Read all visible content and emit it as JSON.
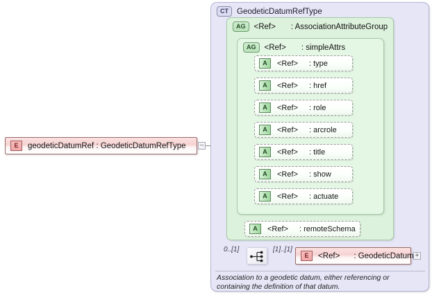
{
  "diagram": {
    "kind": "xsd-schema-diagram",
    "colors": {
      "element_fill": "#f7d2d2",
      "element_border": "#9b6b6b",
      "complextype_fill": "#e6e6f7",
      "complextype_border": "#b6b6d2",
      "attributegroup_fill": "#ddf2dd",
      "attributegroup_border": "#a8c9a8",
      "attribute_badge": "#9fd79f"
    }
  },
  "root_element": {
    "badge": "E",
    "label": "geodeticDatumRef : GeodeticDatumRefType",
    "name": "geodeticDatumRef",
    "type": "GeodeticDatumRefType",
    "toggle": "–"
  },
  "complex_type": {
    "badge": "CT",
    "title": "GeodeticDatumRefType"
  },
  "attribute_group_outer": {
    "badge": "AG",
    "ref": "<Ref>",
    "name": ": AssociationAttributeGroup"
  },
  "attribute_group_inner": {
    "badge": "AG",
    "ref": "<Ref>",
    "name": ": simpleAttrs"
  },
  "attributes": [
    {
      "badge": "A",
      "ref": "<Ref>",
      "name": ": type"
    },
    {
      "badge": "A",
      "ref": "<Ref>",
      "name": ": href"
    },
    {
      "badge": "A",
      "ref": "<Ref>",
      "name": ": role"
    },
    {
      "badge": "A",
      "ref": "<Ref>",
      "name": ": arcrole"
    },
    {
      "badge": "A",
      "ref": "<Ref>",
      "name": ": title"
    },
    {
      "badge": "A",
      "ref": "<Ref>",
      "name": ": show"
    },
    {
      "badge": "A",
      "ref": "<Ref>",
      "name": ": actuate"
    }
  ],
  "remote_schema_attribute": {
    "badge": "A",
    "ref": "<Ref>",
    "name": ": remoteSchema"
  },
  "sequence": {
    "icon": "sequence-compositor",
    "cardinality_left": "0..[1]",
    "cardinality_right": "[1]..[1]"
  },
  "child_element": {
    "badge": "E",
    "ref": "<Ref>",
    "name": ": GeodeticDatum",
    "toggle": "+"
  },
  "documentation": {
    "text": "Association to a geodetic datum, either referencing or containing the definition of that datum."
  }
}
